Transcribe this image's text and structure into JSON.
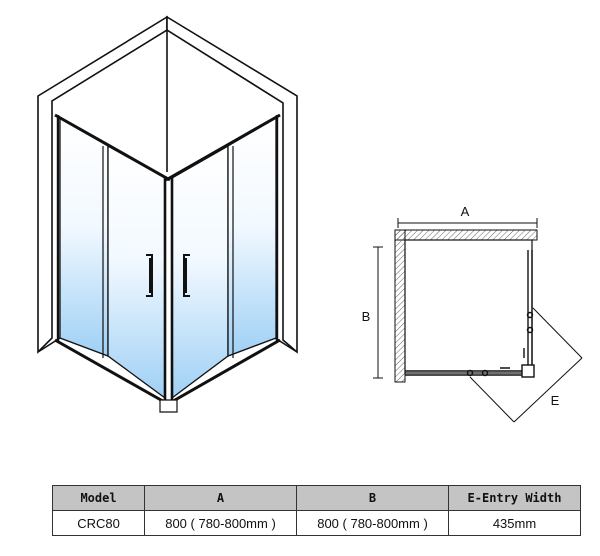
{
  "plan": {
    "label_a": "A",
    "label_b": "B",
    "label_e": "E"
  },
  "spec_table": {
    "headers": [
      "Model",
      "A",
      "B",
      "E-Entry Width"
    ],
    "rows": [
      [
        "CRC80",
        "800 ( 780-800mm )",
        "800 ( 780-800mm )",
        "435mm"
      ]
    ]
  },
  "colors": {
    "glass_top": "#ffffff",
    "glass_bottom": "#9fd0f5",
    "frame": "#111111",
    "header_fill": "#c4c4c4"
  }
}
